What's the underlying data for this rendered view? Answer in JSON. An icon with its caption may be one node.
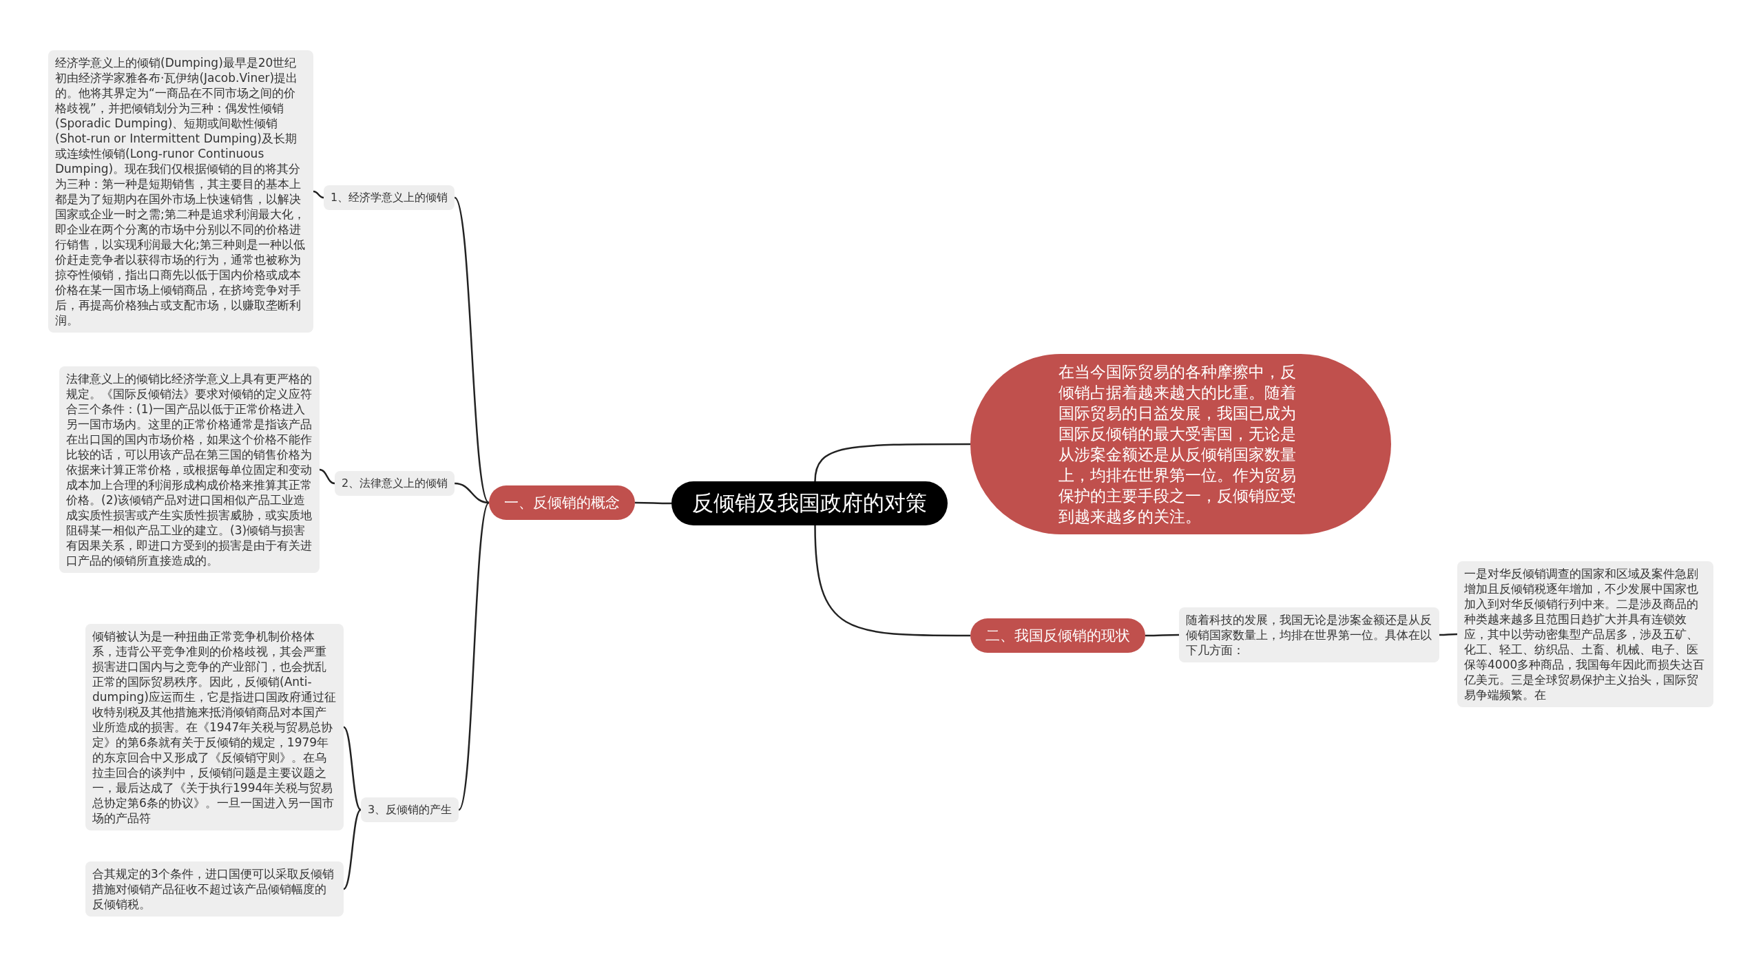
{
  "diagram": {
    "nodes": [
      {
        "text": [
          "反倾销及我国政府的对策"
        ]
      },
      {
        "text": [
          "一、反倾销的概念"
        ]
      },
      {
        "text": [
          "1、经济学意义上的倾销"
        ]
      },
      {
        "text": [
          "经济学意义上的倾销(Dumping)最早是20世纪初由经济学家雅各布·瓦伊纳(Jacob.Viner)提出的。他将其界定为“一商品在不同市场之间的价格歧视”，并把倾销划分为三种：偶发性倾销(Sporadic Dumping)、短期或间歇性倾销(Shot-run or Intermittent Dumping)及长期或连续性倾销(Long-runor Continuous Dumping)。现在我们仅根据倾销的目的将其分为三种：第一种是短期销售，其主要目的基本上都是为了短期内在国外市场上快速销售，以解决国家或企业一时之需;第二种是追求利润最大化，即企业在两个分离的市场中分别以不同的价格进行销售，以实现利润最大化;第三种则是一种以低价赶走竞争者以获得市场的行为，通常也被称为掠夺性倾销，指出口商先以低于国内价格或成本价格在某一国市场上倾销商品，在挤垮竞争对手后，再提高价格独占或支配市场，以赚取垄断利润。"
        ]
      },
      {
        "text": [
          "2、法律意义上的倾销"
        ]
      },
      {
        "text": [
          "法律意义上的倾销比经济学意义上具有更严格的规定。《国际反倾销法》要求对倾销的定义应符合三个条件：(1)一国产品以低于正常价格进入另一国市场内。这里的正常价格通常是指该产品在出口国的国内市场价格，如果这个价格不能作比较的话，可以用该产品在第三国的销售价格为依据来计算正常价格，或根据每单位固定和变动成本加上合理的利润形成构成价格来推算其正常价格。(2)该倾销产品对进口国相似产品工业造成实质性损害或产生实质性损害威胁，或实质地阻碍某一相似产品工业的建立。(3)倾销与损害有因果关系，即进口方受到的损害是由于有关进口产品的倾销所直接造成的。"
        ]
      },
      {
        "text": [
          "3、反倾销的产生"
        ]
      },
      {
        "text": [
          "倾销被认为是一种扭曲正常竞争机制价格体系，违背公平竞争准则的价格歧视，其会严重损害进口国内与之竞争的产业部门，也会扰乱正常的国际贸易秩序。因此，反倾销(Anti-dumping)应运而生，它是指进口国政府通过征收特别税及其他措施来抵消倾销商品对本国产业所造成的损害。在《1947年关税与贸易总协定》的第6条就有关于反倾销的规定，1979年的东京回合中又形成了《反倾销守则》。在乌拉圭回合的谈判中，反倾销问题是主要议题之一，最后达成了《关于执行1994年关税与贸易总协定第6条的协议》。一旦一国进入另一国市场的产品符"
        ]
      },
      {
        "text": [
          "合其规定的3个条件，进口国便可以采取反倾销措施对倾销产品征收不超过该产品倾销幅度的反倾销税。"
        ]
      },
      {
        "text": [
          "在当今国际贸易的各种摩擦中，反倾销占据着越来越大的比重。随着国际贸易的日益发展，我国已成为国际反倾销的最大受害国，无论是从涉案金额还是从反倾销国家数量上，均排在世界第一位。作为贸易保护的主要手段之一，反倾销应受到越来越多的关注。"
        ]
      },
      {
        "text": [
          "二、我国反倾销的现状"
        ]
      },
      {
        "text": [
          "随着科技的发展，我国无论是涉案金额还是从反倾销国家数量上，均排在世界第一位。具体在以下几方面："
        ]
      },
      {
        "text": [
          "一是对华反倾销调查的国家和区域及案件急剧增加且反倾销税逐年增加，不少发展中国家也加入到对华反倾销行列中来。二是涉及商品的种类越来越多且范围日趋扩大并具有连锁效应，其中以劳动密集型产品居多，涉及五矿、化工、轻工、纺织品、土畜、机械、电子、医保等4000多种商品，我国每年因此而损失达百亿美元。三是全球贸易保护主义抬头，国际贸易争端频繁。在"
        ]
      }
    ],
    "edges": [
      {
        "from": 0,
        "to": 1,
        "arrow": "none"
      },
      {
        "from": 1,
        "to": 2,
        "arrow": "none"
      },
      {
        "from": 2,
        "to": 3,
        "arrow": "none"
      },
      {
        "from": 1,
        "to": 4,
        "arrow": "none"
      },
      {
        "from": 4,
        "to": 5,
        "arrow": "none"
      },
      {
        "from": 1,
        "to": 6,
        "arrow": "none"
      },
      {
        "from": 6,
        "to": 7,
        "arrow": "none"
      },
      {
        "from": 6,
        "to": 8,
        "arrow": "none"
      },
      {
        "from": 0,
        "to": 9,
        "arrow": "none"
      },
      {
        "from": 0,
        "to": 10,
        "arrow": "none"
      },
      {
        "from": 10,
        "to": 11,
        "arrow": "none"
      },
      {
        "from": 11,
        "to": 12,
        "arrow": "none"
      }
    ]
  }
}
